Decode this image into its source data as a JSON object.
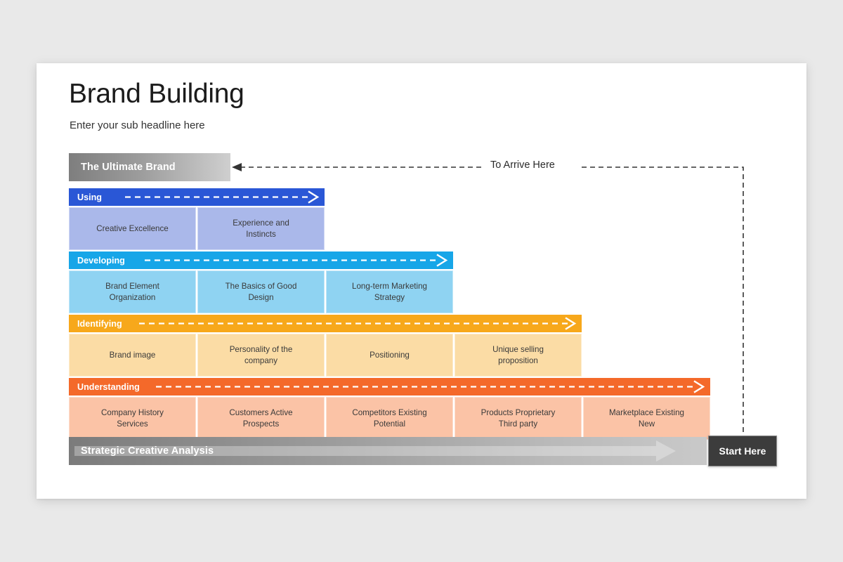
{
  "slide": {
    "title": "Brand Building",
    "subtitle": "Enter your sub headline here"
  },
  "diagram": {
    "apex": {
      "label": "The Ultimate Brand"
    },
    "base": {
      "label": "Strategic Creative Analysis"
    },
    "start_marker": {
      "label": "Start Here"
    },
    "arrive_marker": {
      "label": "To Arrive Here"
    },
    "stages": [
      {
        "name": "Using",
        "bar_color": "#2a57d6",
        "cell_color": "#aab8ea",
        "cells": [
          "Creative Excellence",
          "Experience and\nInstincts"
        ]
      },
      {
        "name": "Developing",
        "bar_color": "#17a6e8",
        "cell_color": "#8fd3f2",
        "cells": [
          "Brand Element\nOrganization",
          "The Basics of Good\nDesign",
          "Long-term Marketing\nStrategy"
        ]
      },
      {
        "name": "Identifying",
        "bar_color": "#f7a81b",
        "cell_color": "#fbdca5",
        "cells": [
          "Brand image",
          "Personality of the\ncompany",
          "Positioning",
          "Unique selling\nproposition"
        ]
      },
      {
        "name": "Understanding",
        "bar_color": "#f4692a",
        "cell_color": "#fbc3a6",
        "cells": [
          "Company History\nServices",
          "Customers Active\nProspects",
          "Competitors Existing\nPotential",
          "Products Proprietary\nThird party",
          "Marketplace Existing\nNew"
        ]
      }
    ]
  },
  "colors": {
    "background": "#e9e9e9",
    "slide": "#ffffff",
    "apex_gradient_start": "#7e7e7e",
    "apex_gradient_end": "#cfcfcf",
    "base_gradient_start": "#7b7b7b",
    "base_gradient_end": "#c9c9c9",
    "start_box": "#3c3c3c",
    "connector": "#333333"
  }
}
